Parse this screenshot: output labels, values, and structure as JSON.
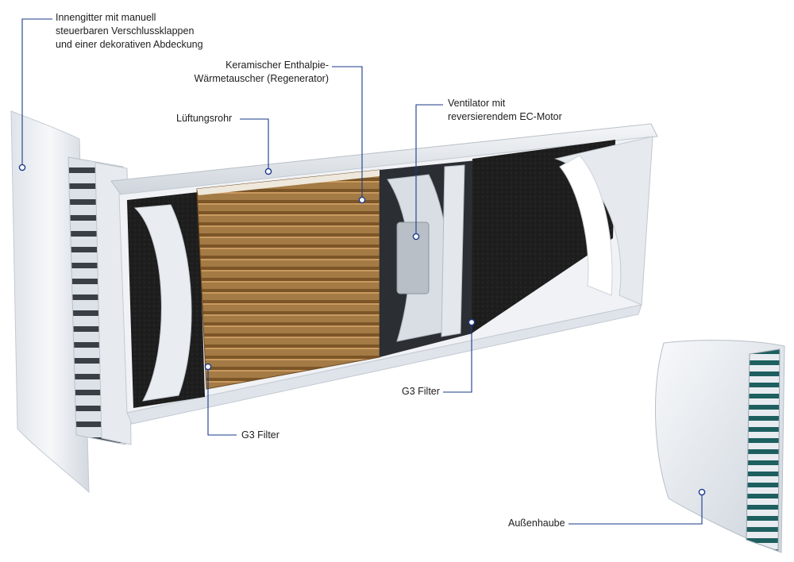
{
  "labels": {
    "inner_grille": "Innengitter mit manuell\nsteuerbaren Verschlussklappen\nund einer dekorativen Abdeckung",
    "ceramic_exchanger": "Keramischer Enthalpie-\nWärmetauscher (Regenerator)",
    "duct": "Lüftungsrohr",
    "fan": "Ventilator mit\nreversierendem EC-Motor",
    "filter_right": "G3 Filter",
    "filter_left": "G3 Filter",
    "outer_hood": "Außenhaube"
  },
  "colors": {
    "leader": "#1a3a8a",
    "foam": "#1c1c1c",
    "ceramic": "#9a6e3c",
    "housing": "#eef1f4"
  }
}
